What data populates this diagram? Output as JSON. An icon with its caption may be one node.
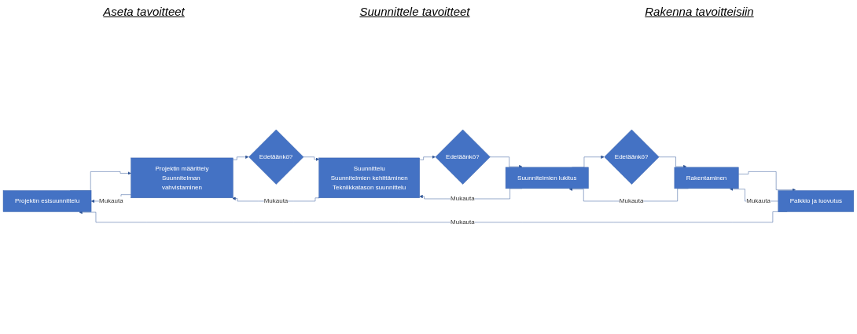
{
  "diagram": {
    "nodes": [
      {
        "text": [
          "Projektin esisuunnittelu"
        ]
      },
      {
        "text": [
          "Projektin määrittely",
          "Suunnitelman vahvistaminen"
        ]
      },
      {
        "text": [
          "Edetäänkö?"
        ]
      },
      {
        "text": [
          "Suunnittelu",
          "Suunnitelmien kehittäminen",
          "Tekniikkatason suunnittelu"
        ]
      },
      {
        "text": [
          "Edetäänkö?"
        ]
      },
      {
        "text": [
          "Suunnitelmien lukitus"
        ]
      },
      {
        "text": [
          "Edetäänkö?"
        ]
      },
      {
        "text": [
          "Rakentaminen"
        ]
      },
      {
        "text": [
          "Palkkio ja luovutus"
        ]
      }
    ],
    "edges": [
      {
        "from": 0,
        "to": 1,
        "arrow": "to"
      },
      {
        "from": 1,
        "to": 2,
        "arrow": "to"
      },
      {
        "from": 2,
        "to": 3,
        "arrow": "to"
      },
      {
        "from": 3,
        "to": 4,
        "arrow": "to"
      },
      {
        "from": 4,
        "to": 5,
        "arrow": "to"
      },
      {
        "from": 5,
        "to": 6,
        "arrow": "to"
      },
      {
        "from": 6,
        "to": 7,
        "arrow": "to"
      },
      {
        "from": 7,
        "to": 8,
        "arrow": "to"
      },
      {
        "from": 1,
        "to": 0,
        "arrow": "to",
        "label": "Mukauta"
      },
      {
        "from": 3,
        "to": 1,
        "arrow": "to",
        "label": "Mukauta"
      },
      {
        "from": 5,
        "to": 3,
        "arrow": "to",
        "label": "Mukauta"
      },
      {
        "from": 7,
        "to": 5,
        "arrow": "to",
        "label": "Mukauta"
      },
      {
        "from": 8,
        "to": 7,
        "arrow": "to",
        "label": "Mukauta"
      },
      {
        "from": 8,
        "to": 0,
        "arrow": "to",
        "label": "Mukauta"
      }
    ],
    "labels": [
      "Aseta tavoitteet",
      "Suunnittele tavoitteet",
      "Rakenna tavoitteisiin"
    ]
  }
}
